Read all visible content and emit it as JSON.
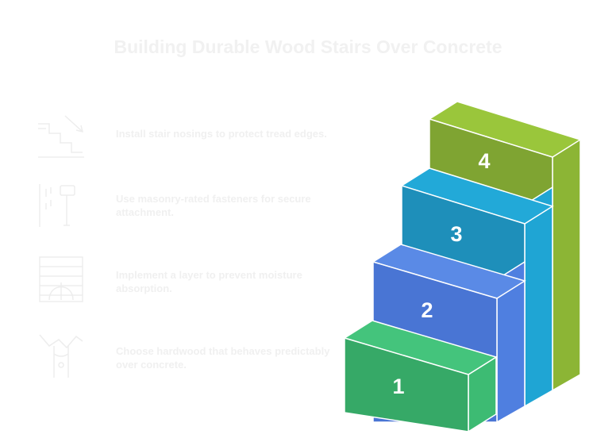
{
  "title": "Building Durable Wood Stairs Over Concrete",
  "steps": [
    {
      "number": "1",
      "text": "Choose hardwood that behaves predictably over concrete.",
      "icon": "tree-icon",
      "color": "#3dbb73"
    },
    {
      "number": "2",
      "text": "Implement a layer to prevent moisture absorption.",
      "icon": "moisture-barrier-icon",
      "color": "#4f7fe0"
    },
    {
      "number": "3",
      "text": "Use masonry-rated fasteners for secure attachment.",
      "icon": "fastener-icon",
      "color": "#1fa5d4"
    },
    {
      "number": "4",
      "text": "Install stair nosings to protect tread edges.",
      "icon": "stair-nosing-icon",
      "color": "#8cb535"
    }
  ]
}
